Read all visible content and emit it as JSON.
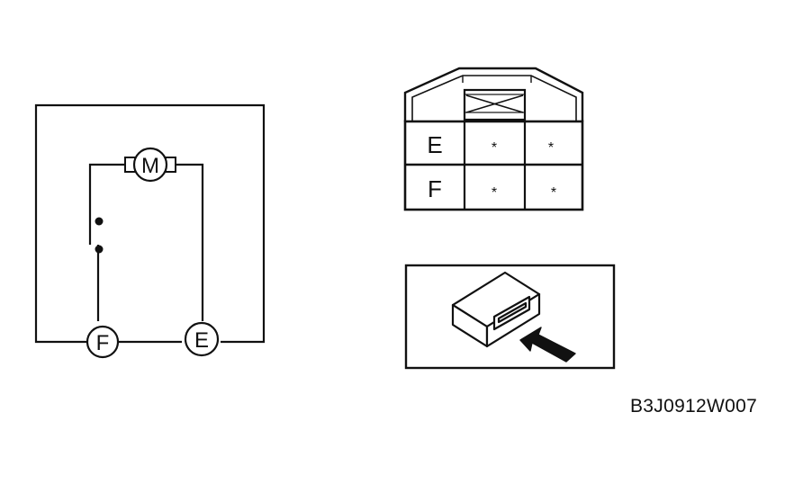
{
  "motor": {
    "label": "M"
  },
  "terminals": {
    "f": "F",
    "e": "E"
  },
  "connector": {
    "rows": [
      {
        "label": "E",
        "cells": [
          "*",
          "*"
        ]
      },
      {
        "label": "F",
        "cells": [
          "*",
          "*"
        ]
      }
    ]
  },
  "reference_code": "B3J0912W007"
}
